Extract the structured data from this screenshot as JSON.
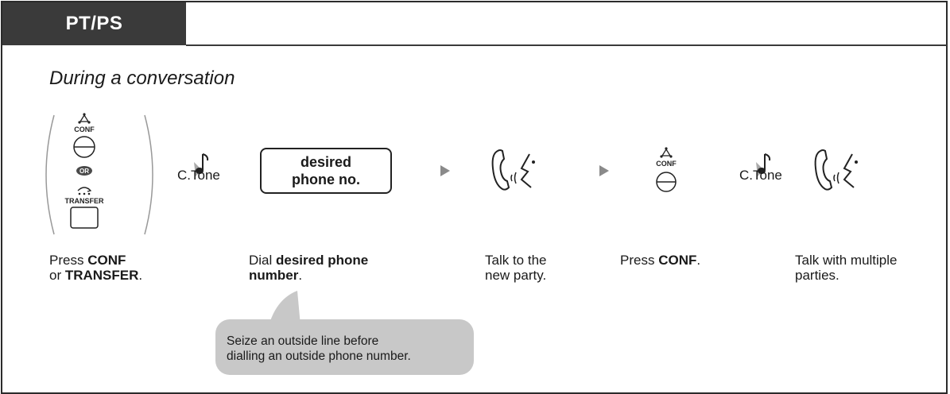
{
  "header": {
    "tab_label": "PT/PS",
    "subtitle": "During a conversation"
  },
  "icons": {
    "conf_key_label": "CONF",
    "or_label": "OR",
    "transfer_key_label": "TRANSFER"
  },
  "steps": {
    "step1": {
      "text_1": "Press ",
      "bold_1": "CONF",
      "text_2": "or ",
      "bold_2": "TRANSFER",
      "text_3": "."
    },
    "tone1": "C.Tone",
    "dial_box": {
      "line1": "desired",
      "line2": "phone no."
    },
    "step2": {
      "text_1": "Dial ",
      "bold_1": "desired phone",
      "bold_2": "number",
      "text_2": "."
    },
    "step3": {
      "line1": "Talk to the",
      "line2": "new party."
    },
    "step4": {
      "text_1": "Press ",
      "bold_1": "CONF",
      "text_2": "."
    },
    "tone2": "C.Tone",
    "step5": {
      "line1": "Talk with multiple",
      "line2": "parties."
    }
  },
  "note": {
    "line1": "Seize an outside line before",
    "line2": "dialling an outside phone number."
  }
}
